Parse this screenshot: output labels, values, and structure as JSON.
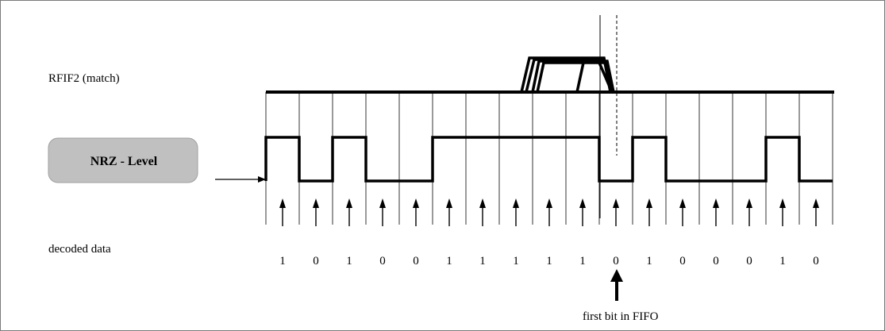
{
  "labels": {
    "rfif2": "RFIF2 (match)",
    "nrz_box": "NRZ - Level",
    "decoded": "decoded data",
    "first_bit": "first bit in FIFO"
  },
  "bits": [
    "1",
    "0",
    "1",
    "0",
    "0",
    "1",
    "1",
    "1",
    "1",
    "1",
    "0",
    "1",
    "0",
    "0",
    "0",
    "1",
    "0"
  ],
  "first_bit_index": 10,
  "colors": {
    "line": "#000000",
    "box_fill": "#c0c0c0",
    "frame": "#7a7a7a"
  }
}
